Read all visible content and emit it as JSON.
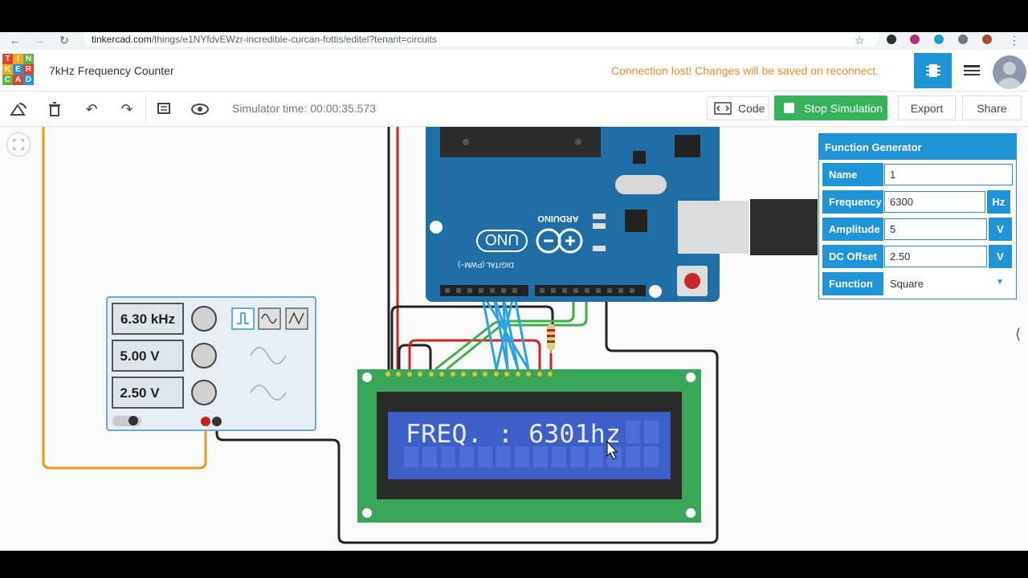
{
  "browser": {
    "url_host": "tinkercad.com",
    "url_path": "/things/e1NYfdvEWzr-incredible-curcan-fottis/editel?tenant=circuits"
  },
  "header": {
    "title": "7kHz Frequency Counter",
    "connection_message": "Connection lost! Changes will be saved on reconnect.",
    "logo_letters": [
      "T",
      "I",
      "N",
      "K",
      "E",
      "R",
      "C",
      "A",
      "D"
    ]
  },
  "toolbar": {
    "simulator_time": "Simulator time: 00:00:35.573",
    "code_label": "Code",
    "stop_label": "Stop Simulation",
    "export_label": "Export",
    "share_label": "Share"
  },
  "function_generator": {
    "title": "Function Generator",
    "name_label": "Name",
    "name_value": "1",
    "frequency_label": "Frequency",
    "frequency_value": "6300",
    "frequency_unit": "Hz",
    "amplitude_label": "Amplitude",
    "amplitude_value": "5",
    "amplitude_unit": "V",
    "dc_offset_label": "DC Offset",
    "dc_offset_value": "2.50",
    "dc_offset_unit": "V",
    "function_label": "Function",
    "function_value": "Square"
  },
  "generator_device": {
    "freq_display": "6.30 kHz",
    "amp_display": "5.00 V",
    "offset_display": "2.50 V"
  },
  "lcd": {
    "text": "FREQ. : 6301hz"
  },
  "arduino": {
    "brand": "ARDUINO",
    "model": "UNO",
    "digital_label": "DIGITAL (PWM~)"
  },
  "colors": {
    "accent": "#1f94d7",
    "warning": "#f18b2a",
    "stop_button": "#35b35b",
    "arduino_board": "#1f6fa6",
    "lcd_pcb": "#3aa65a",
    "lcd_screen": "#3c5fc8"
  }
}
